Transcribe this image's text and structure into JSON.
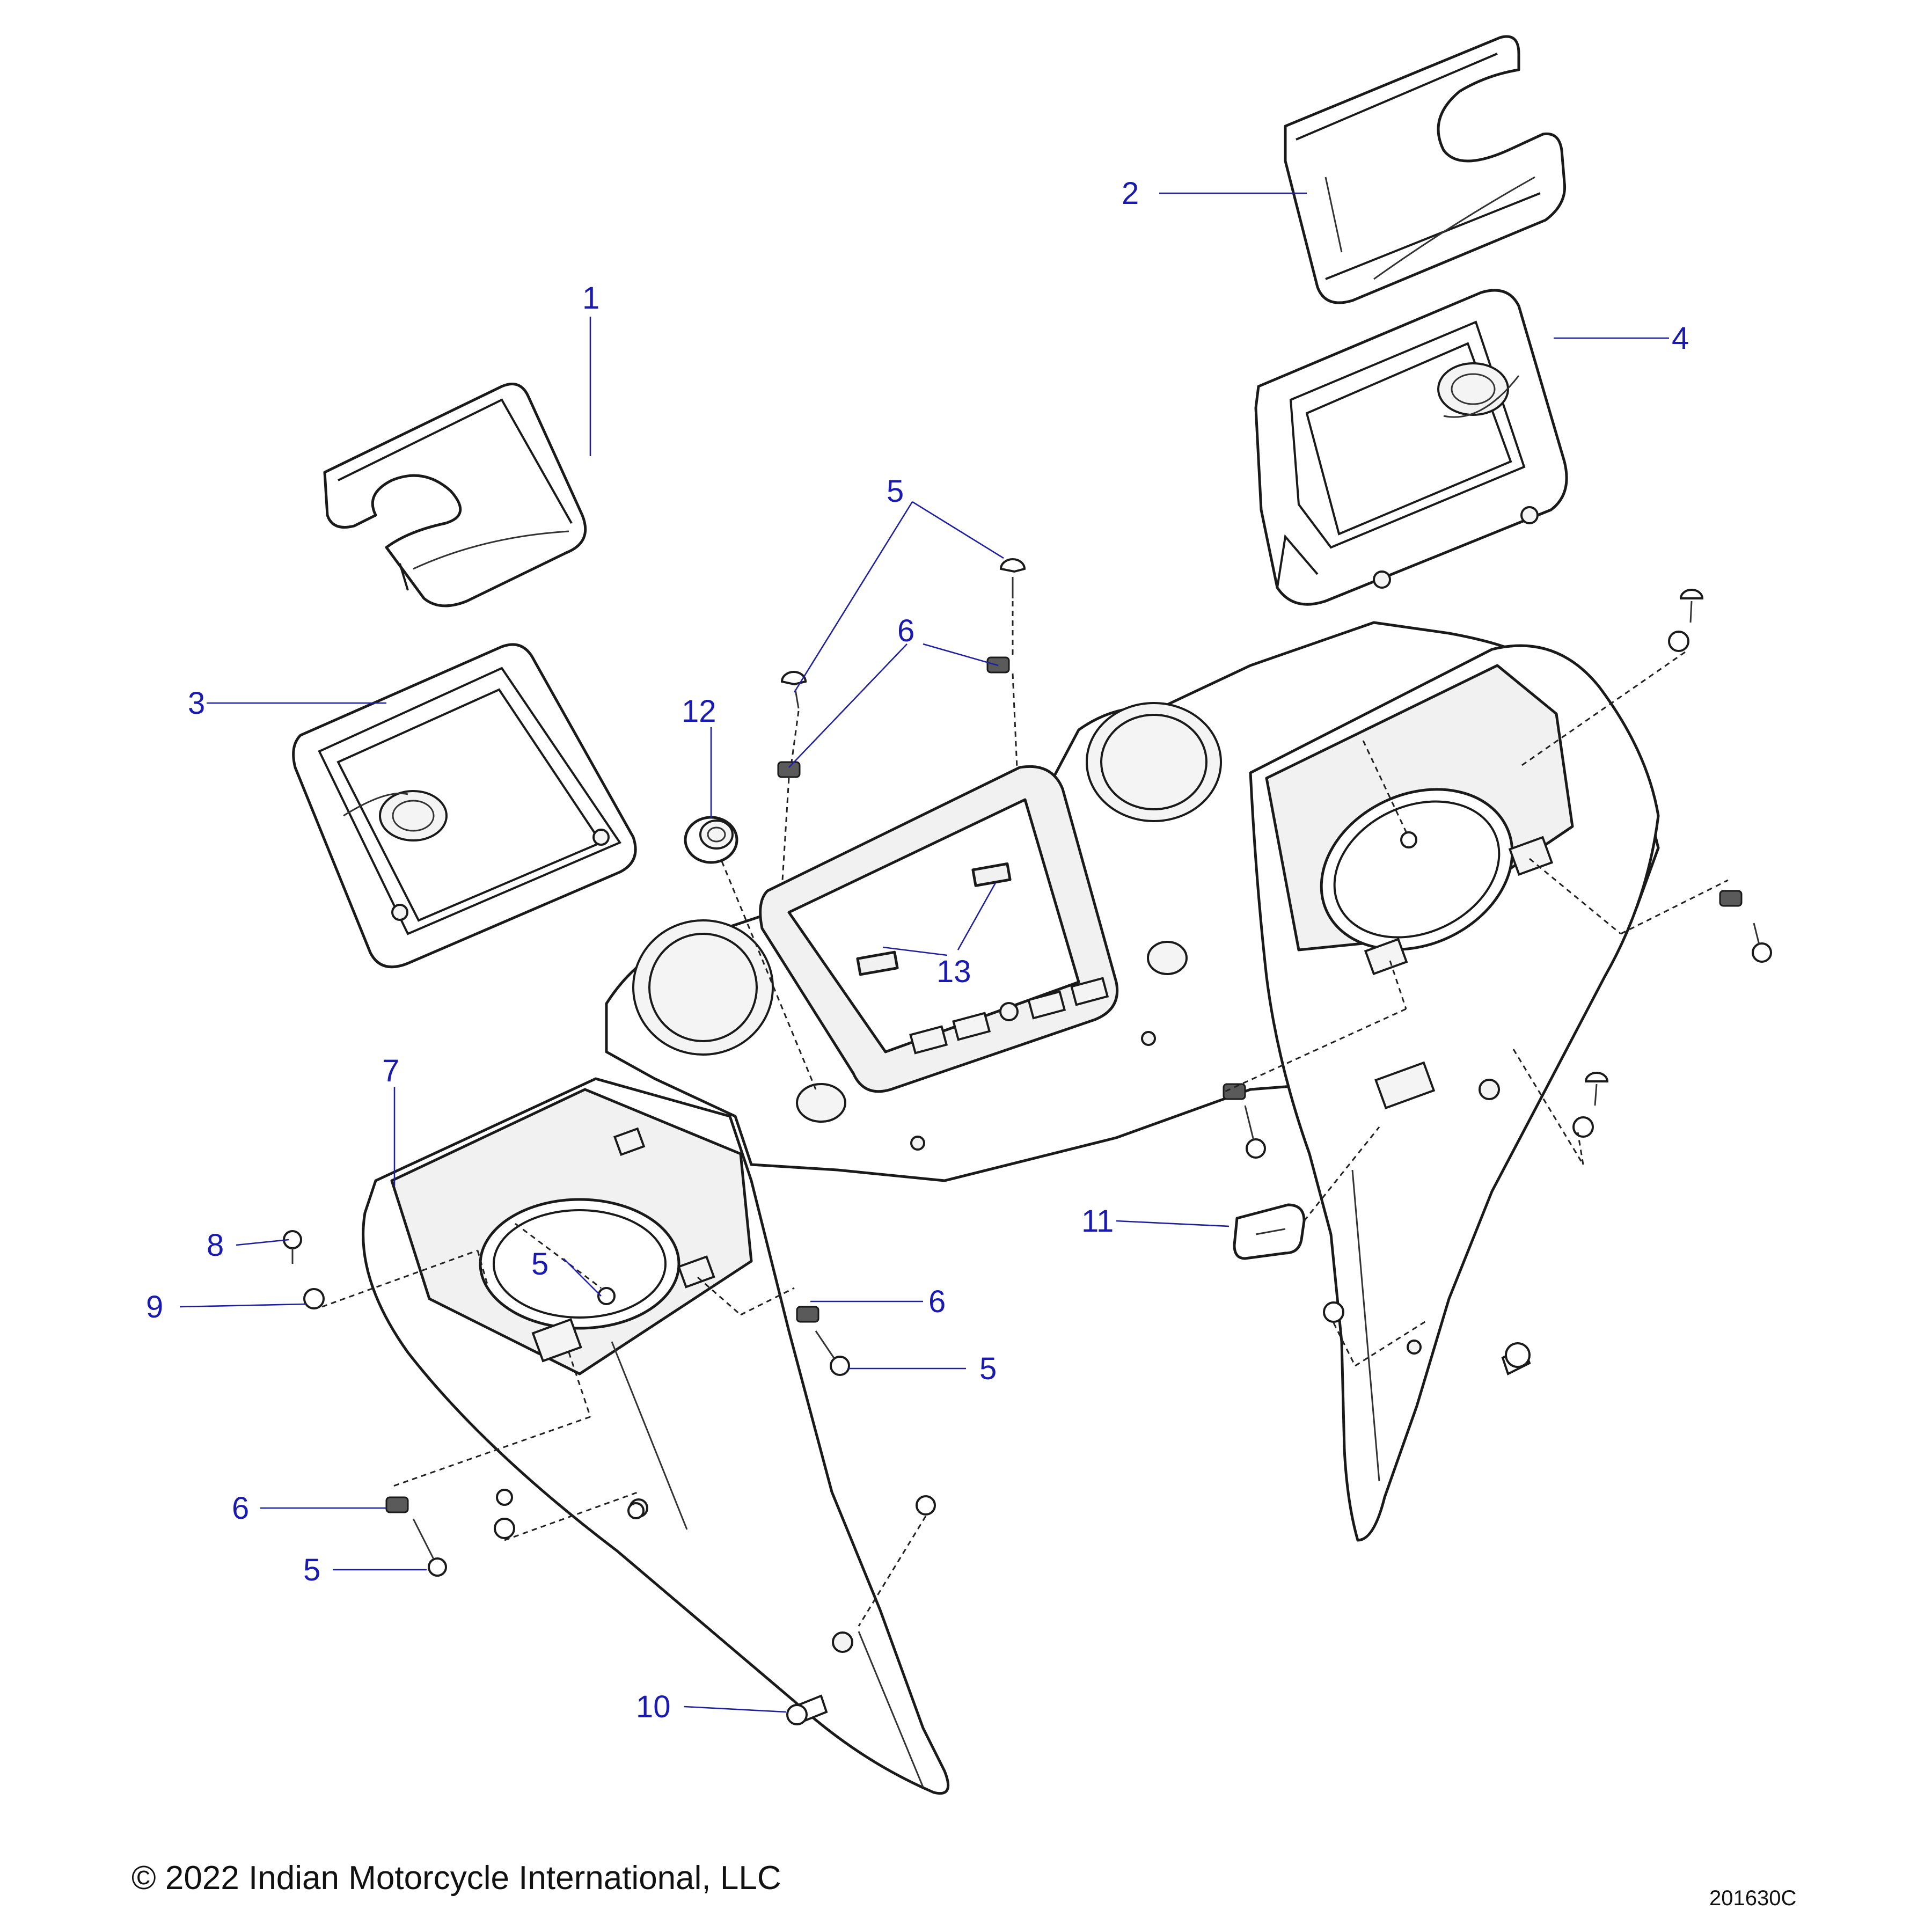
{
  "callouts": [
    {
      "id": "c1",
      "label": "1"
    },
    {
      "id": "c2",
      "label": "2"
    },
    {
      "id": "c3",
      "label": "3"
    },
    {
      "id": "c4",
      "label": "4"
    },
    {
      "id": "c5a",
      "label": "5"
    },
    {
      "id": "c5b",
      "label": "5"
    },
    {
      "id": "c5c",
      "label": "5"
    },
    {
      "id": "c5d",
      "label": "5"
    },
    {
      "id": "c6a",
      "label": "6"
    },
    {
      "id": "c6b",
      "label": "6"
    },
    {
      "id": "c6c",
      "label": "6"
    },
    {
      "id": "c7",
      "label": "7"
    },
    {
      "id": "c8",
      "label": "8"
    },
    {
      "id": "c9",
      "label": "9"
    },
    {
      "id": "c10",
      "label": "10"
    },
    {
      "id": "c11",
      "label": "11"
    },
    {
      "id": "c12",
      "label": "12"
    },
    {
      "id": "c13",
      "label": "13"
    }
  ],
  "footer": {
    "copyright": "© 2022 Indian Motorcycle International, LLC",
    "drawing_number": "201630C"
  },
  "colors": {
    "callout_text": "#1a1ab0",
    "leader_line": "#1f1f9f",
    "line_art": "#1a1a1a"
  }
}
